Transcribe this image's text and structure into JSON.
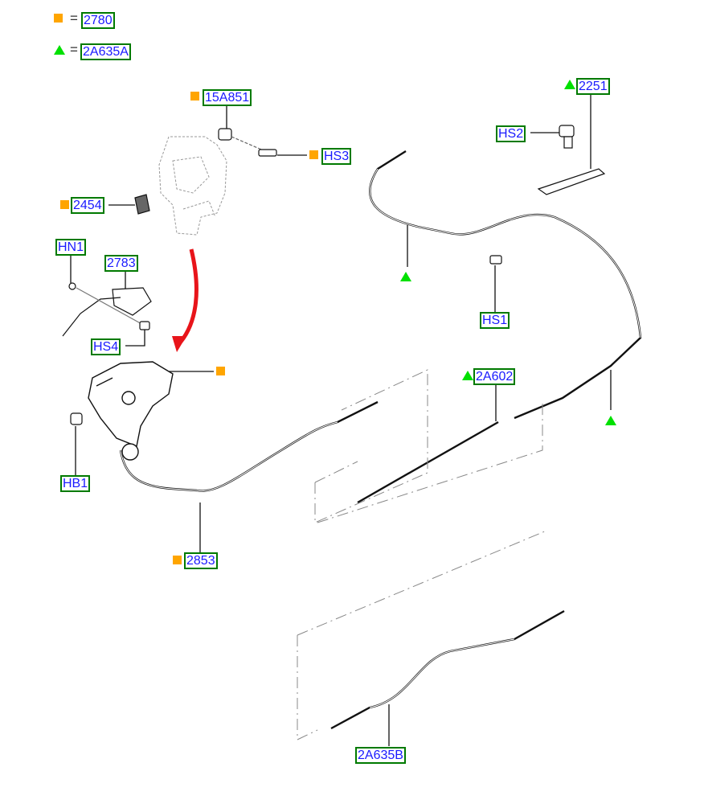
{
  "legend": [
    {
      "marker": "orange-square",
      "equals": "=",
      "part": "2780"
    },
    {
      "marker": "green-triangle",
      "equals": "=",
      "part": "2A635A"
    }
  ],
  "callouts": {
    "c15A851": {
      "label": "15A851",
      "marker": "orange-square"
    },
    "cHS3": {
      "label": "HS3",
      "marker": "orange-square"
    },
    "c2454": {
      "label": "2454",
      "marker": "orange-square"
    },
    "cHN1": {
      "label": "HN1",
      "marker": "none"
    },
    "c2783": {
      "label": "2783",
      "marker": "none"
    },
    "cHS4": {
      "label": "HS4",
      "marker": "none"
    },
    "cHB1": {
      "label": "HB1",
      "marker": "none"
    },
    "c2853": {
      "label": "2853",
      "marker": "orange-square"
    },
    "c2251": {
      "label": "2251",
      "marker": "green-triangle"
    },
    "cHS2": {
      "label": "HS2",
      "marker": "none"
    },
    "cHS1": {
      "label": "HS1",
      "marker": "none"
    },
    "c2A602": {
      "label": "2A602",
      "marker": "green-triangle"
    },
    "c2A635B": {
      "label": "2A635B",
      "marker": "none"
    }
  },
  "colors": {
    "callout_border": "#007a00",
    "callout_text": "#1a1aff",
    "orange_marker": "#ffa500",
    "green_marker": "#00e000",
    "arrow": "#e8141a",
    "line": "#111111"
  }
}
